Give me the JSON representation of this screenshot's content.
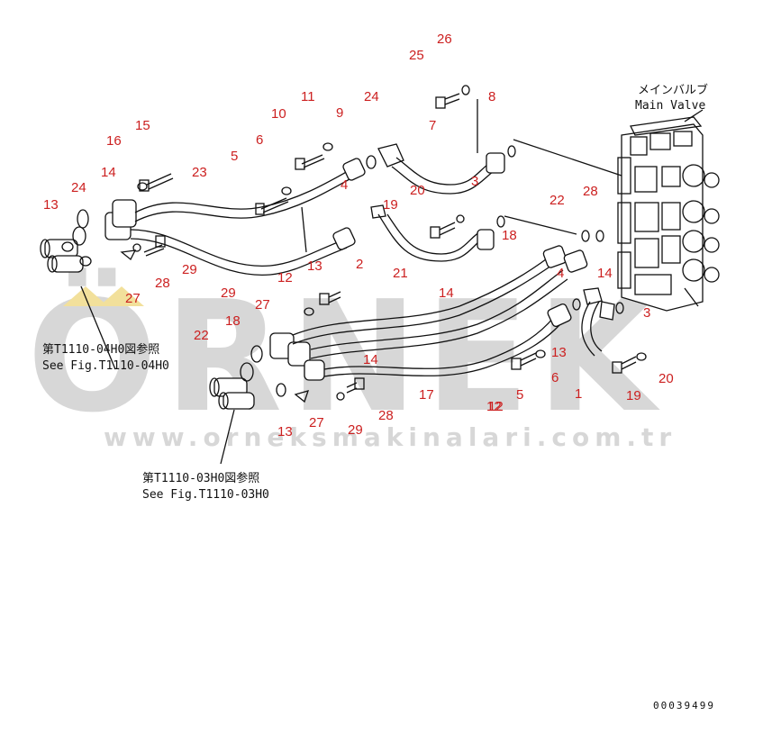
{
  "diagram": {
    "colors": {
      "label": "#cc2020",
      "line": "#111111",
      "watermark": "#b8b8b8",
      "watermark_accent": "#e8c84a"
    },
    "main_valve": {
      "label_jp": "メインバルブ",
      "label_en": "Main Valve"
    },
    "references": [
      {
        "jp": "第T1110-04H0図参照",
        "en": "See Fig.T1110-04H0"
      },
      {
        "jp": "第T1110-03H0図参照",
        "en": "See Fig.T1110-03H0"
      }
    ],
    "drawing_number": "00039499",
    "watermark": {
      "brand": "ÖRNEK",
      "url": "www.orneksmakinalari.com.tr"
    },
    "part_labels": [
      "26",
      "25",
      "8",
      "11",
      "24",
      "9",
      "10",
      "7",
      "6",
      "5",
      "15",
      "16",
      "23",
      "4",
      "3",
      "20",
      "19",
      "14",
      "24",
      "13",
      "2",
      "14",
      "18",
      "22",
      "28",
      "29",
      "28",
      "12",
      "29",
      "13",
      "21",
      "4",
      "14",
      "27",
      "3",
      "12",
      "27",
      "18",
      "22",
      "1",
      "13",
      "6",
      "20",
      "5",
      "19",
      "14",
      "17",
      "12",
      "13",
      "27",
      "28",
      "29"
    ]
  }
}
